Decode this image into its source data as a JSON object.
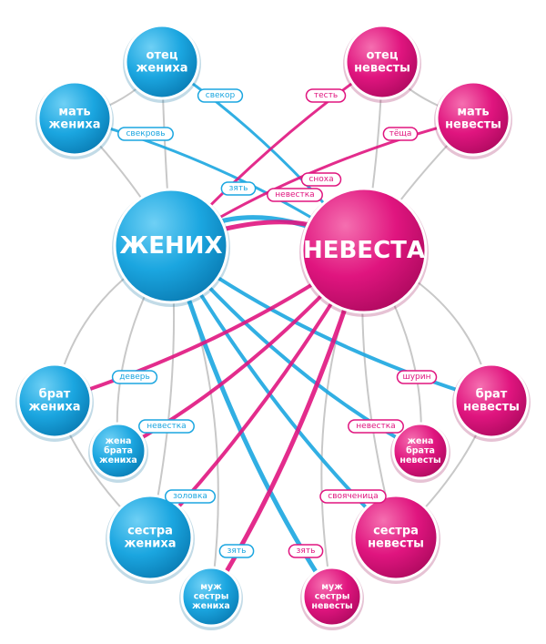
{
  "colors": {
    "groom": "#1ba6e0",
    "bride": "#e0157f",
    "neutral": "#c8c8c8"
  },
  "nodes": {
    "groom": [
      "ЖЕНИХ"
    ],
    "bride": [
      "НЕВЕСТА"
    ],
    "father_groom": [
      "отец",
      "жениха"
    ],
    "mother_groom": [
      "мать",
      "жениха"
    ],
    "father_bride": [
      "отец",
      "невесты"
    ],
    "mother_bride": [
      "мать",
      "невесты"
    ],
    "brother_groom": [
      "брат",
      "жениха"
    ],
    "brother_wife_groom": [
      "жена",
      "брата",
      "жениха"
    ],
    "sister_groom": [
      "сестра",
      "жениха"
    ],
    "sister_husband_groom": [
      "муж",
      "сестры",
      "жениха"
    ],
    "brother_bride": [
      "брат",
      "невесты"
    ],
    "brother_wife_bride": [
      "жена",
      "брата",
      "невесты"
    ],
    "sister_bride": [
      "сестра",
      "невесты"
    ],
    "sister_husband_bride": [
      "муж",
      "сестры",
      "невесты"
    ]
  },
  "labels": {
    "svekor": "свекор",
    "svekrov": "свекровь",
    "test": "тесть",
    "tescha": "тёща",
    "zyat_top": "зять",
    "snokha": "сноха",
    "nevestka_top": "невестка",
    "dever": "деверь",
    "nevestka_left": "невестка",
    "zolovka": "золовка",
    "zyat_left": "зять",
    "shurin": "шурин",
    "nevestka_right": "невестка",
    "svoyachenitsa": "свояченица",
    "zyat_right": "зять"
  }
}
